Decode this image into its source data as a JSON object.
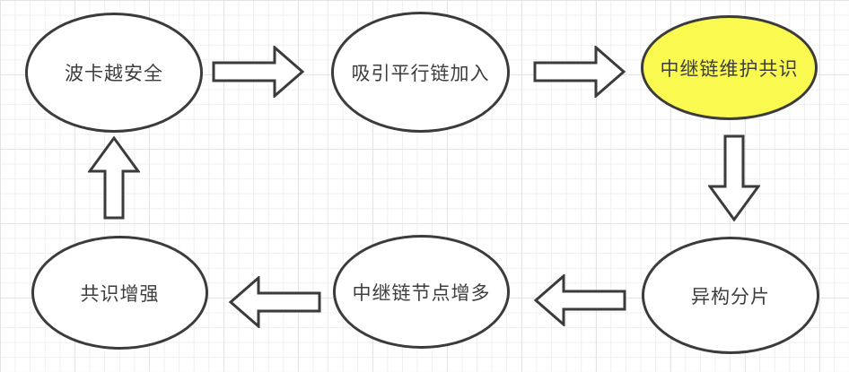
{
  "diagram": {
    "type": "cycle-flowchart",
    "language": "zh",
    "colors": {
      "background": "#ffffff",
      "grid_minor_line": "#efefef",
      "grid_major_line": "#e4e4e4",
      "shape_stroke": "#3b3b3b",
      "text": "#3d3d3d",
      "highlight_fill": "#f9f950",
      "default_fill": "#ffffff"
    },
    "nodes": [
      {
        "id": "polkadot-more-secure",
        "label": "波卡越安全",
        "fill": "#ffffff",
        "highlighted": false
      },
      {
        "id": "attract-parachains",
        "label": "吸引平行链加入",
        "fill": "#ffffff",
        "highlighted": false
      },
      {
        "id": "relay-chain-consensus",
        "label": "中继链维护共识",
        "fill": "#f9f950",
        "highlighted": true
      },
      {
        "id": "heterogeneous-sharding",
        "label": "异构分片",
        "fill": "#ffffff",
        "highlighted": false
      },
      {
        "id": "relay-nodes-increase",
        "label": "中继链节点增多",
        "fill": "#ffffff",
        "highlighted": false
      },
      {
        "id": "consensus-strengthens",
        "label": "共识增强",
        "fill": "#ffffff",
        "highlighted": false
      }
    ],
    "arrows": [
      {
        "from": "波卡越安全",
        "to": "吸引平行链加入",
        "direction": "right"
      },
      {
        "from": "吸引平行链加入",
        "to": "中继链维护共识",
        "direction": "right"
      },
      {
        "from": "中继链维护共识",
        "to": "异构分片",
        "direction": "down"
      },
      {
        "from": "异构分片",
        "to": "中继链节点增多",
        "direction": "left"
      },
      {
        "from": "中继链节点增多",
        "to": "共识增强",
        "direction": "left"
      },
      {
        "from": "共识增强",
        "to": "波卡越安全",
        "direction": "up"
      }
    ]
  }
}
